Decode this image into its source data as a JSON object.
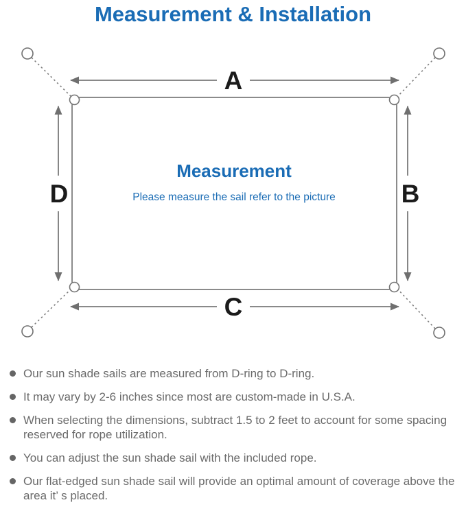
{
  "title": "Measurement & Installation",
  "colors": {
    "accent_blue": "#1a6cb5",
    "line_gray": "#7d7d7d",
    "text_gray": "#6a6a6a",
    "label_black": "#1b1b1b"
  },
  "icons": {
    "bullet": "filled-circle",
    "anchor_ring": "small-open-circle",
    "d_ring": "corner-ring-bump",
    "dimension_arrow": "gray-arrow"
  },
  "diagram": {
    "center_title": "Measurement",
    "center_subtitle": "Please measure the sail refer to the picture",
    "labels": {
      "top": "A",
      "right": "B",
      "bottom": "C",
      "left": "D"
    }
  },
  "notes": [
    {
      "text": "Our sun shade sails are measured from D-ring to D-ring."
    },
    {
      "text": "It may vary by 2-6 inches since most are custom-made in U.S.A."
    },
    {
      "text": "When selecting the dimensions, subtract 1.5 to 2 feet to account for some spacing reserved for rope utilization."
    },
    {
      "text": "You can adjust the sun shade sail with the included rope."
    },
    {
      "text": "Our flat-edged sun shade sail will provide an optimal amount of coverage above the area it’ s placed."
    }
  ]
}
